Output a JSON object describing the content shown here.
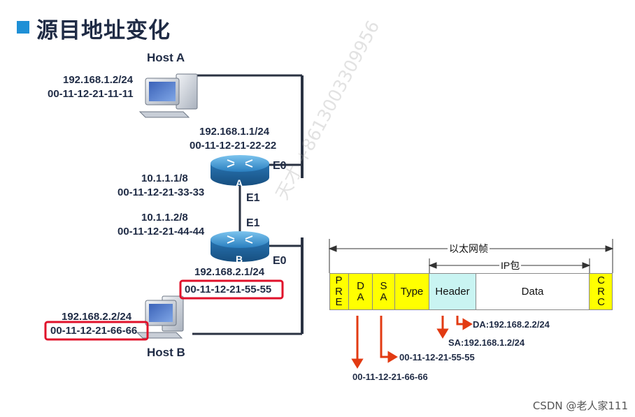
{
  "title": "源目地址变化",
  "host_a": {
    "name": "Host A",
    "ip": "192.168.1.2/24",
    "mac": "00-11-12-21-11-11"
  },
  "router_a": {
    "label": "A",
    "e0_ip": "192.168.1.1/24",
    "e0_mac": "00-11-12-21-22-22",
    "e0_label": "E0",
    "e1_ip": "10.1.1.1/8",
    "e1_mac": "00-11-12-21-33-33",
    "e1_label": "E1"
  },
  "router_b": {
    "label": "B",
    "e1_ip": "10.1.1.2/8",
    "e1_mac": "00-11-12-21-44-44",
    "e1_label": "E1",
    "e0_ip": "192.168.2.1/24",
    "e0_mac": "00-11-12-21-55-55",
    "e0_label": "E0"
  },
  "host_b": {
    "name": "Host B",
    "ip": "192.168.2.2/24",
    "mac": "00-11-12-21-66-66"
  },
  "frame": {
    "ethernet_label": "以太网帧",
    "ip_label": "IP包",
    "fields": {
      "pre": [
        "P",
        "R",
        "E"
      ],
      "da": [
        "D",
        "A"
      ],
      "sa": [
        "S",
        "A"
      ],
      "type": "Type",
      "header": "Header",
      "data": "Data",
      "crc": [
        "C",
        "R",
        "C"
      ]
    },
    "annotations": {
      "da_value": "00-11-12-21-66-66",
      "sa_value": "00-11-12-21-55-55",
      "ip_da": "DA:192.168.2.2/24",
      "ip_sa": "SA:192.168.1.2/24"
    }
  },
  "watermark": "天才 +8613003309956",
  "footer": "CSDN @老人家111",
  "colors": {
    "accent_blue": "#1e90d6",
    "highlight_red": "#e0102a",
    "arrow_red": "#e23a12",
    "router_blue": "#2a7fc0",
    "field_yellow": "#ffff00",
    "field_cyan": "#c9f4f2"
  }
}
